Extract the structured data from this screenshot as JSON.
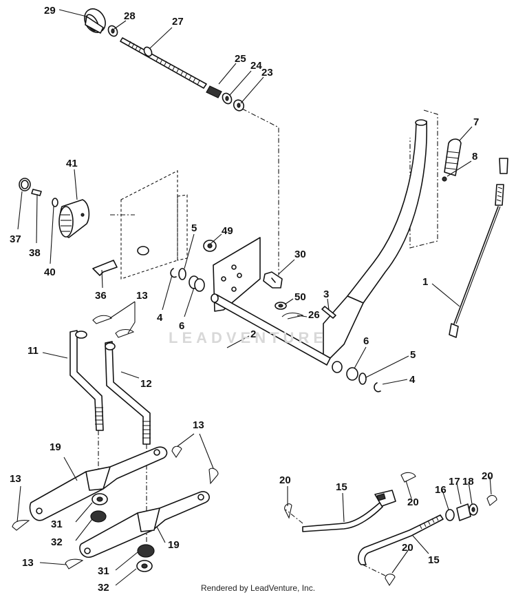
{
  "footer": {
    "credit": "Rendered by LeadVenture, Inc."
  },
  "watermark": {
    "text": "LEADVENTURE"
  },
  "callouts": [
    {
      "id": "c29",
      "label": "29"
    },
    {
      "id": "c28",
      "label": "28"
    },
    {
      "id": "c27",
      "label": "27"
    },
    {
      "id": "c25",
      "label": "25"
    },
    {
      "id": "c24",
      "label": "24"
    },
    {
      "id": "c23",
      "label": "23"
    },
    {
      "id": "c7",
      "label": "7"
    },
    {
      "id": "c8",
      "label": "8"
    },
    {
      "id": "c41",
      "label": "41"
    },
    {
      "id": "c37",
      "label": "37"
    },
    {
      "id": "c38",
      "label": "38"
    },
    {
      "id": "c40",
      "label": "40"
    },
    {
      "id": "c5a",
      "label": "5"
    },
    {
      "id": "c49",
      "label": "49"
    },
    {
      "id": "c30",
      "label": "30"
    },
    {
      "id": "c36",
      "label": "36"
    },
    {
      "id": "c4a",
      "label": "4"
    },
    {
      "id": "c6a",
      "label": "6"
    },
    {
      "id": "c50",
      "label": "50"
    },
    {
      "id": "c3",
      "label": "3"
    },
    {
      "id": "c26",
      "label": "26"
    },
    {
      "id": "c1",
      "label": "1"
    },
    {
      "id": "c13a",
      "label": "13"
    },
    {
      "id": "c2",
      "label": "2"
    },
    {
      "id": "c11",
      "label": "11"
    },
    {
      "id": "c12",
      "label": "12"
    },
    {
      "id": "c6b",
      "label": "6"
    },
    {
      "id": "c5b",
      "label": "5"
    },
    {
      "id": "c4b",
      "label": "4"
    },
    {
      "id": "c13b",
      "label": "13"
    },
    {
      "id": "c19a",
      "label": "19"
    },
    {
      "id": "c13c",
      "label": "13"
    },
    {
      "id": "c31a",
      "label": "31"
    },
    {
      "id": "c32a",
      "label": "32"
    },
    {
      "id": "c19b",
      "label": "19"
    },
    {
      "id": "c13d",
      "label": "13"
    },
    {
      "id": "c31b",
      "label": "31"
    },
    {
      "id": "c32b",
      "label": "32"
    },
    {
      "id": "c20a",
      "label": "20"
    },
    {
      "id": "c15a",
      "label": "15"
    },
    {
      "id": "c20b",
      "label": "20"
    },
    {
      "id": "c16",
      "label": "16"
    },
    {
      "id": "c17",
      "label": "17"
    },
    {
      "id": "c18",
      "label": "18"
    },
    {
      "id": "c20c",
      "label": "20"
    },
    {
      "id": "c20d",
      "label": "20"
    },
    {
      "id": "c15b",
      "label": "15"
    }
  ]
}
